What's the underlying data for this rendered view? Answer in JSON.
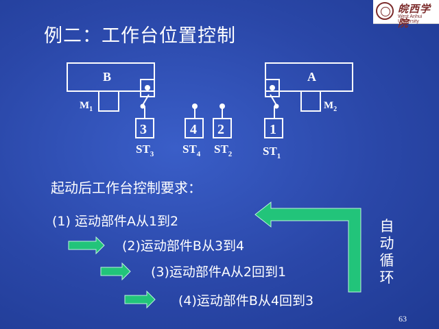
{
  "title": "例二：工作台位置控制",
  "logo": {
    "cn": "皖西学院",
    "en": "West Anhui University"
  },
  "diagram": {
    "table_b": {
      "label": "B",
      "motor": "M",
      "motor_sub": "1"
    },
    "table_a": {
      "label": "A",
      "motor": "M",
      "motor_sub": "2"
    },
    "switches": [
      {
        "num": "3",
        "st": "ST",
        "sub": "3"
      },
      {
        "num": "4",
        "st": "ST",
        "sub": "4"
      },
      {
        "num": "2",
        "st": "ST",
        "sub": "2"
      },
      {
        "num": "1",
        "st": "ST",
        "sub": "1"
      }
    ]
  },
  "requirements_title": "起动后工作台控制要求：",
  "steps": [
    "(1)  运动部件A从1到2",
    "(2)运动部件B从3到4",
    "(3)运动部件A从2回到1",
    "(4)运动部件B从4回到3"
  ],
  "auto_cycle": [
    "自",
    "动",
    "循",
    "环"
  ],
  "page_number": "63",
  "colors": {
    "background": "#2a47a8",
    "arrow": "#22c47a",
    "line": "#ffffff"
  }
}
